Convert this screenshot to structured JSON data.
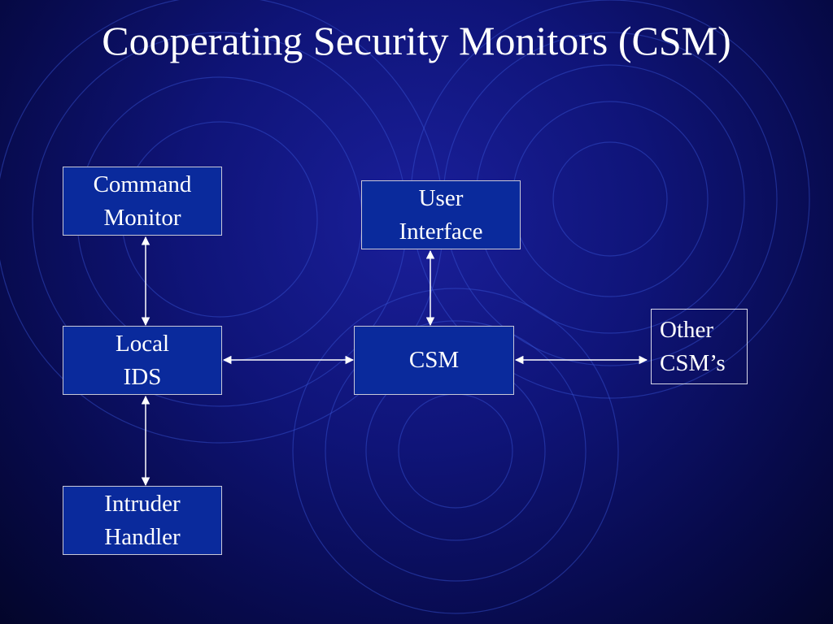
{
  "title": "Cooperating Security Monitors (CSM)",
  "nodes": {
    "command_monitor": {
      "line1": "Command",
      "line2": "Monitor"
    },
    "user_interface": {
      "line1": "User",
      "line2": "Interface"
    },
    "local_ids": {
      "line1": "Local",
      "line2": "IDS"
    },
    "csm": {
      "line1": "CSM"
    },
    "other_csms": {
      "line1": "Other",
      "line2": "CSM’s"
    },
    "intruder_handler": {
      "line1": "Intruder",
      "line2": "Handler"
    }
  },
  "edges": [
    {
      "from": "command_monitor",
      "to": "local_ids",
      "direction": "both"
    },
    {
      "from": "user_interface",
      "to": "csm",
      "direction": "both"
    },
    {
      "from": "local_ids",
      "to": "csm",
      "direction": "both"
    },
    {
      "from": "csm",
      "to": "other_csms",
      "direction": "both"
    },
    {
      "from": "local_ids",
      "to": "intruder_handler",
      "direction": "both"
    }
  ],
  "colors": {
    "box_fill": "#0a2a9c",
    "box_border": "#c8c8d8",
    "arrow": "#ffffff",
    "text": "#ffffff"
  }
}
